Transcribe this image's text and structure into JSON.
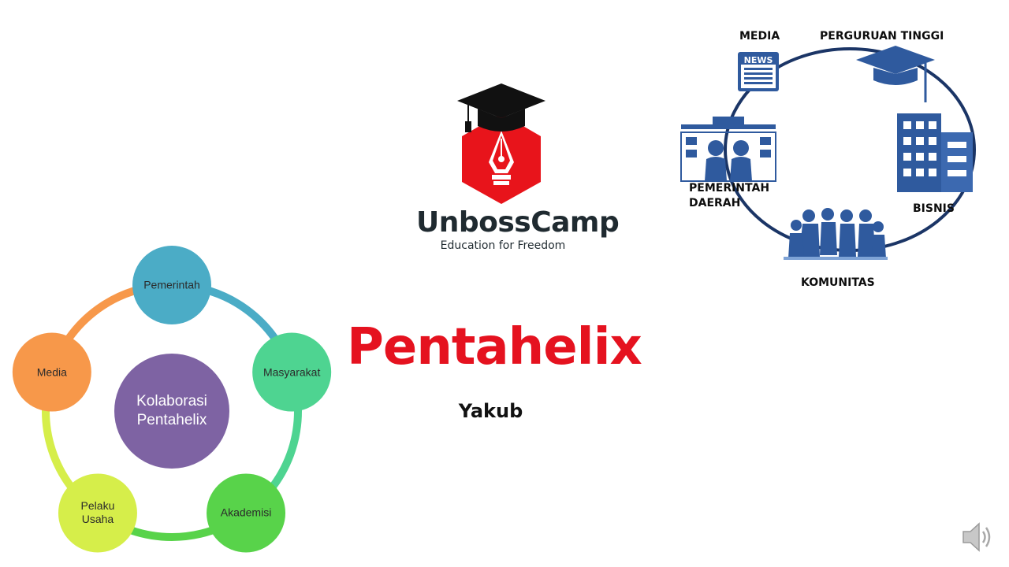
{
  "title": "Pentahelix",
  "author": "Yakub",
  "logo": {
    "wordmark": "UnbossCamp",
    "tagline": "Education for Freedom",
    "colors": {
      "hexagon": "#e8141b",
      "text": "#1f2a30",
      "cap": "#111111"
    }
  },
  "cycle": {
    "center_label": "Kolaborasi\nPentahelix",
    "center_color": "#7e63a3",
    "nodes": [
      {
        "label": "Pemerintah",
        "color": "#4bacc6"
      },
      {
        "label": "Masyarakat",
        "color": "#4ed491"
      },
      {
        "label": "Akademisi",
        "color": "#58d34a"
      },
      {
        "label": "Pelaku\nUsaha",
        "color": "#d6ee4a"
      },
      {
        "label": "Media",
        "color": "#f7984a"
      }
    ],
    "arc_colors": [
      "#4bacc6",
      "#4ed491",
      "#58d34a",
      "#d6ee4a",
      "#f7984a"
    ]
  },
  "stakeholders": {
    "ring_color": "#1b3566",
    "icon_color": "#2f5a9e",
    "labels": {
      "media": "MEDIA",
      "perguruan_tinggi": "PERGURUAN TINGGI",
      "pemerintah_daerah": "PEMERINTAH\nDAERAH",
      "bisnis": "BISNIS",
      "komunitas": "KOMUNITAS"
    },
    "news_text": "NEWS"
  },
  "icons": [
    "graduation-cap-icon",
    "pen-nib-icon",
    "newspaper-icon",
    "building-icon",
    "community-icon",
    "government-office-icon",
    "speaker-icon"
  ]
}
